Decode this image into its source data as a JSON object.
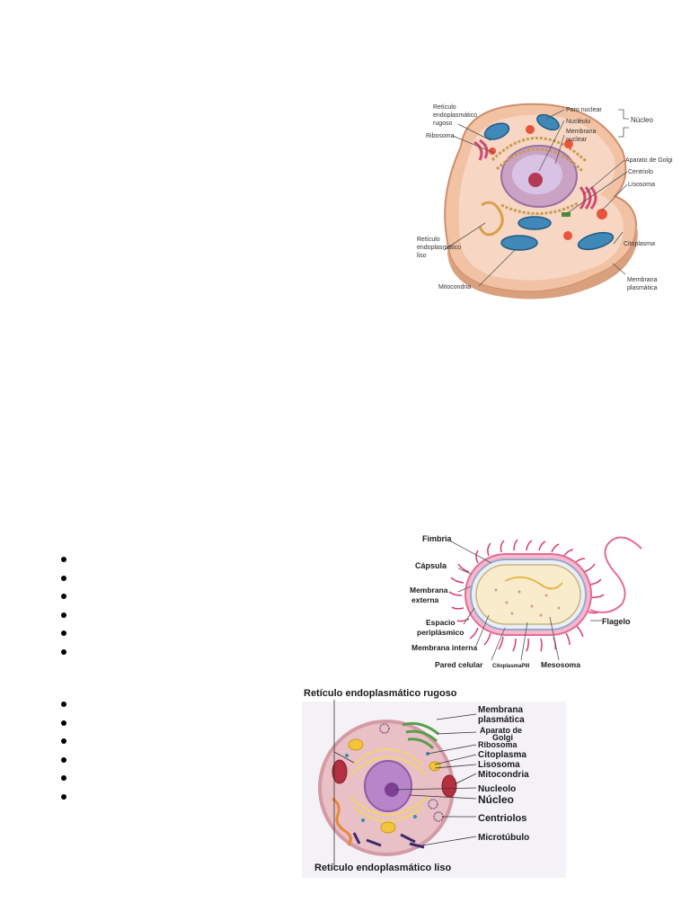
{
  "figures": {
    "animal_cell_3d": {
      "labels": {
        "rer": [
          "Retículo",
          "endoplasmático",
          "rugoso"
        ],
        "ribosome": "Ribosoma",
        "ser": [
          "Retículo",
          "endoplasmático",
          "liso"
        ],
        "mitochondria": "Mitocondria",
        "nuclear_pore": "Poro nuclear",
        "nucleolus": "Nucléolo",
        "nuclear_membrane": [
          "Membrana",
          "nuclear"
        ],
        "nucleus": "Núcleo",
        "golgi": "Aparato de Golgi",
        "centriole": "Centriolo",
        "lysosome": "Lisosoma",
        "cytoplasm": "Citoplasma",
        "plasma_membrane": [
          "Membrana",
          "plasmática"
        ]
      }
    },
    "bacterium": {
      "labels": {
        "fimbria": "Fimbria",
        "capsule": "Cápsula",
        "outer_membrane": [
          "Membrana",
          "externa"
        ],
        "periplasm": [
          "Espacio",
          "periplásmico"
        ],
        "inner_membrane": "Membrana interna",
        "cell_wall": "Pared celular",
        "cytoplasm": "CitoplasmaPIII",
        "mesosome": "Mesosoma",
        "flagellum": "Flagelo"
      }
    },
    "animal_cell_2d": {
      "labels": {
        "rer": "Retículo endoplasmático rugoso",
        "ser": "Retículo endoplasmático liso",
        "plasma_membrane": [
          "Membrana",
          "plasmática"
        ],
        "golgi": [
          "Aparato de",
          "Golgi"
        ],
        "ribosome": "Ribosoma",
        "cytoplasm": "Citoplasma",
        "lysosome": "Lisosoma",
        "mitochondria": "Mitocondria",
        "nucleolus": "Nucleolo",
        "nucleus": "Núcleo",
        "centrioles": "Centriolos",
        "microtubule": "Microtúbulo"
      }
    }
  },
  "lists": {
    "list_1": [
      "",
      "",
      "",
      "",
      "",
      ""
    ],
    "list_2": [
      "",
      "",
      "",
      "",
      "",
      ""
    ]
  }
}
